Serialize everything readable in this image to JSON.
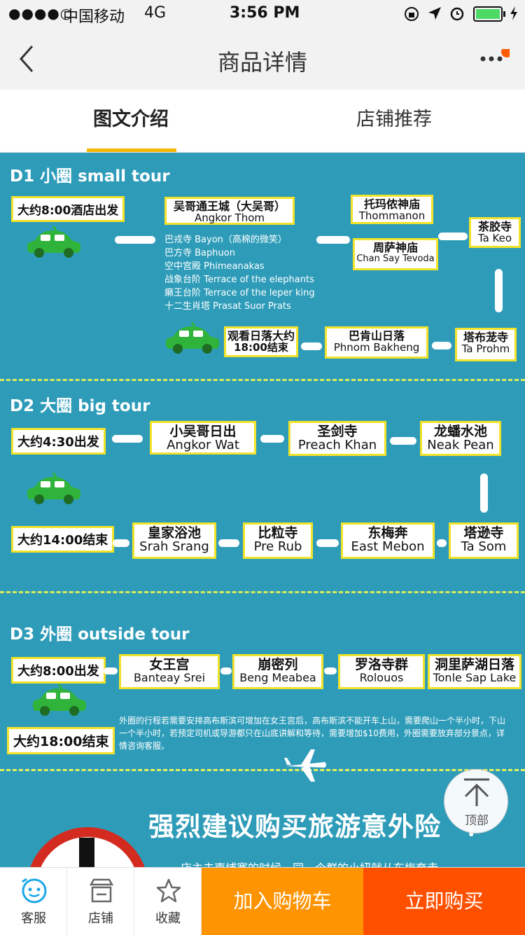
{
  "status_bar": {
    "signal": "●●●●○",
    "carrier": "中国移动",
    "network": "4G",
    "time": "3:56 PM"
  },
  "nav": {
    "title": "商品详情"
  },
  "tabs": [
    {
      "label": "图文介绍",
      "active": true
    },
    {
      "label": "店铺推荐",
      "active": false
    }
  ],
  "day1": {
    "title": "D1 小圈 small tour",
    "start": "大约8:00酒店出发",
    "angkor_thom": {
      "zh": "吴哥通王城（大吴哥）",
      "en": "Angkor Thom"
    },
    "attractions": [
      "巴戎寺 Bayon（高棉的微笑）",
      "巴方寺 Baphuon",
      "空中宫殿 Phimeanakas",
      "战象台阶 Terrace of the elephants",
      "癞王台阶 Terrace of the leper king",
      "十二生肖塔 Prasat Suor Prats"
    ],
    "thommanon": {
      "zh": "托玛侬神庙",
      "en": "Thommanon"
    },
    "chau_say": {
      "zh": "周萨神庙",
      "en": "Chan Say Tevoda"
    },
    "ta_keo": {
      "zh": "茶胶寺",
      "en": "Ta Keo"
    },
    "ta_prohm": {
      "zh": "塔布茏寺",
      "en": "Ta Prohm"
    },
    "bakheng": {
      "zh": "巴肯山日落",
      "en": "Phnom Bakheng"
    },
    "sunset": {
      "zh": "观看日落大约",
      "en": "18:00结束"
    }
  },
  "day2": {
    "title": "D2 大圈  big tour",
    "start": "大约4:30出发",
    "angkor_wat": {
      "zh": "小吴哥日出",
      "en": "Angkor Wat"
    },
    "preah_khan": {
      "zh": "圣剑寺",
      "en": "Preach Khan"
    },
    "neak_pean": {
      "zh": "龙蟠水池",
      "en": "Neak Pean"
    },
    "ta_som": {
      "zh": "塔逊寺",
      "en": "Ta Som"
    },
    "east_mebon": {
      "zh": "东梅奔",
      "en": "East Mebon"
    },
    "pre_rup": {
      "zh": "比粒寺",
      "en": "Pre Rub"
    },
    "srah_srang": {
      "zh": "皇家浴池",
      "en": "Srah Srang"
    },
    "end": "大约14:00结束"
  },
  "day3": {
    "title": "D3 外圈 outside tour",
    "start": "大约8:00出发",
    "banteay_srei": {
      "zh": "女王宫",
      "en": "Banteay Srei"
    },
    "beng_mealea": {
      "zh": "崩密列",
      "en": "Beng Meabea"
    },
    "roluos": {
      "zh": "罗洛寺群",
      "en": "Rolouos"
    },
    "tonle_sap": {
      "zh": "洞里萨湖日落",
      "en": "Tonle Sap Lake"
    },
    "end": "大约18:00结束",
    "note": "外圈的行程若需要安排高布斯滨可增加在女王宫后，高布斯滨不能开车上山，需要爬山一个半小时，下山一个半小时，若预定司机或导游都只在山底讲解和等待，需要增加$10费用，外圈需要放弃部分景点，详情咨询客服。"
  },
  "promo": {
    "banner": "强烈建议购买旅游意外险",
    "banner_end": "！",
    "subtext": "店主去柬埔寨的时候，同一个群的小妞就从东梅奔寺"
  },
  "back_to_top": {
    "label": "顶部"
  },
  "bottom_bar": {
    "service": "客服",
    "shop": "店铺",
    "favorite": "收藏",
    "add_cart": "加入购物车",
    "buy_now": "立即购买"
  },
  "colors": {
    "content_bg": "#2e9cb9",
    "box_border": "#f2e32a",
    "car": "#2fb33a",
    "cart_btn": "#ff9402",
    "buy_btn": "#ff5000",
    "tab_underline": "#f5b800"
  }
}
